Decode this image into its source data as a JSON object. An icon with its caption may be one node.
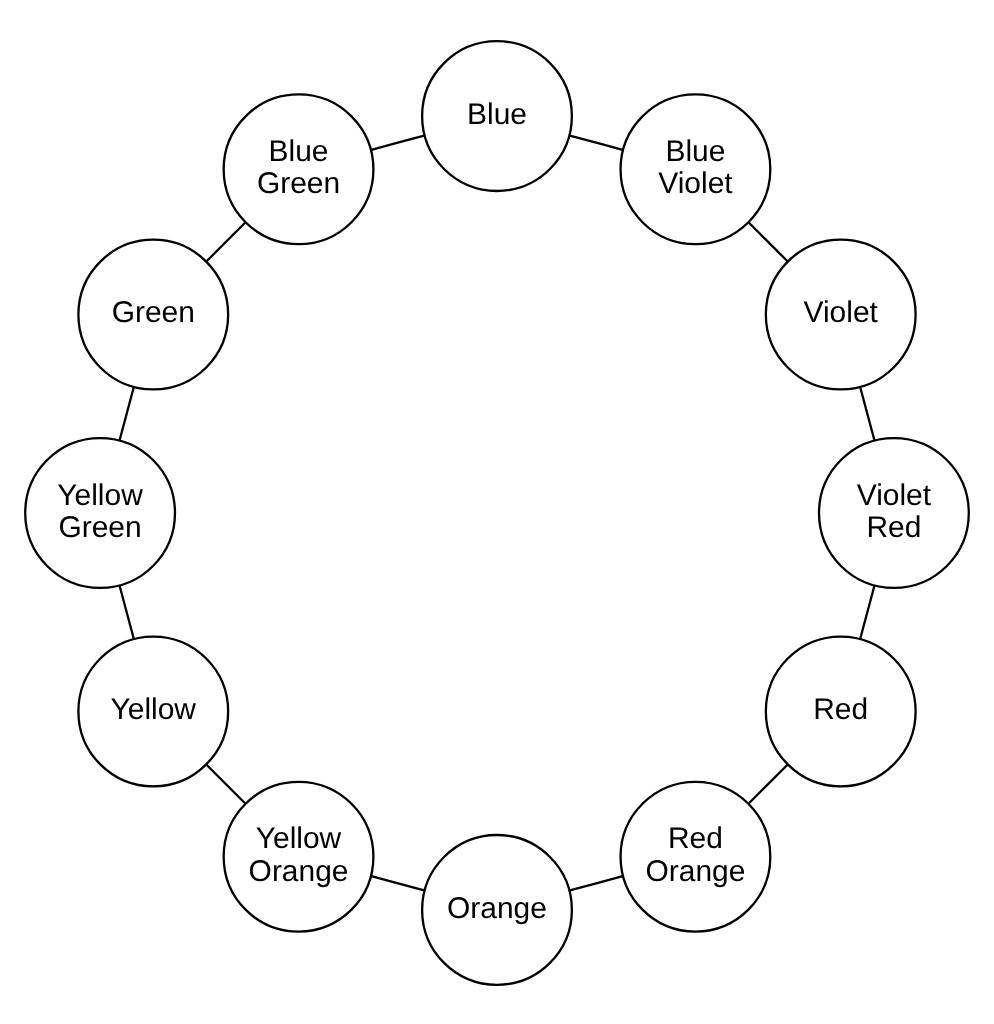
{
  "diagram": {
    "nodes": [
      {
        "text": [
          "Red"
        ]
      },
      {
        "text": [
          "Red Orange"
        ]
      },
      {
        "text": [
          "Orange"
        ]
      },
      {
        "text": [
          "Yellow Orange"
        ]
      },
      {
        "text": [
          "Yellow"
        ]
      },
      {
        "text": [
          "Yellow Green"
        ]
      },
      {
        "text": [
          "Green"
        ]
      },
      {
        "text": [
          "Blue Green"
        ]
      },
      {
        "text": [
          "Blue"
        ]
      },
      {
        "text": [
          "Blue Violet"
        ]
      },
      {
        "text": [
          "Violet"
        ]
      },
      {
        "text": [
          "Violet Red"
        ]
      }
    ],
    "edges": [
      {
        "from": 0,
        "to": 1,
        "arrow": "none"
      },
      {
        "from": 1,
        "to": 2,
        "arrow": "none"
      },
      {
        "from": 2,
        "to": 3,
        "arrow": "none"
      },
      {
        "from": 3,
        "to": 4,
        "arrow": "none"
      },
      {
        "from": 4,
        "to": 5,
        "arrow": "none"
      },
      {
        "from": 5,
        "to": 6,
        "arrow": "none"
      },
      {
        "from": 6,
        "to": 7,
        "arrow": "none"
      },
      {
        "from": 7,
        "to": 8,
        "arrow": "none"
      },
      {
        "from": 8,
        "to": 9,
        "arrow": "none"
      },
      {
        "from": 9,
        "to": 10,
        "arrow": "none"
      },
      {
        "from": 10,
        "to": 11,
        "arrow": "none"
      },
      {
        "from": 11,
        "to": 0,
        "arrow": "none"
      }
    ]
  }
}
